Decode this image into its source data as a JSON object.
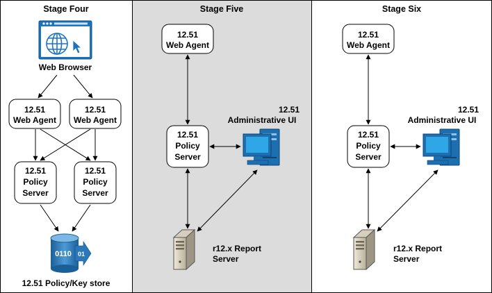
{
  "stages": [
    {
      "title": "Stage Four",
      "web_browser_label": "Web Browser",
      "agent_1": [
        "12.51",
        "Web Agent"
      ],
      "agent_2": [
        "12.51",
        "Web Agent"
      ],
      "server_1": [
        "12.51",
        "Policy",
        "Server"
      ],
      "server_2": [
        "12.51",
        "Policy",
        "Server"
      ],
      "store_label": "12.51 Policy/Key store"
    },
    {
      "title": "Stage Five",
      "agent": [
        "12.51",
        "Web Agent"
      ],
      "server": [
        "12.51",
        "Policy",
        "Server"
      ],
      "admin_ui": [
        "12.51",
        "Administrative UI"
      ],
      "report_server": [
        "r12.x Report",
        "Server"
      ]
    },
    {
      "title": "Stage Six",
      "agent": [
        "12.51",
        "Web Agent"
      ],
      "server": [
        "12.51",
        "Policy",
        "Server"
      ],
      "admin_ui": [
        "12.51",
        "Administrative UI"
      ],
      "report_server": [
        "r12.x Report",
        "Server"
      ]
    }
  ],
  "colors": {
    "stage_five_background": "#dcdcdc",
    "border": "#000000",
    "monitor_blue": "#1e6fb0",
    "browser_blue": "#1e73be",
    "store_blue": "#2a78b8"
  }
}
